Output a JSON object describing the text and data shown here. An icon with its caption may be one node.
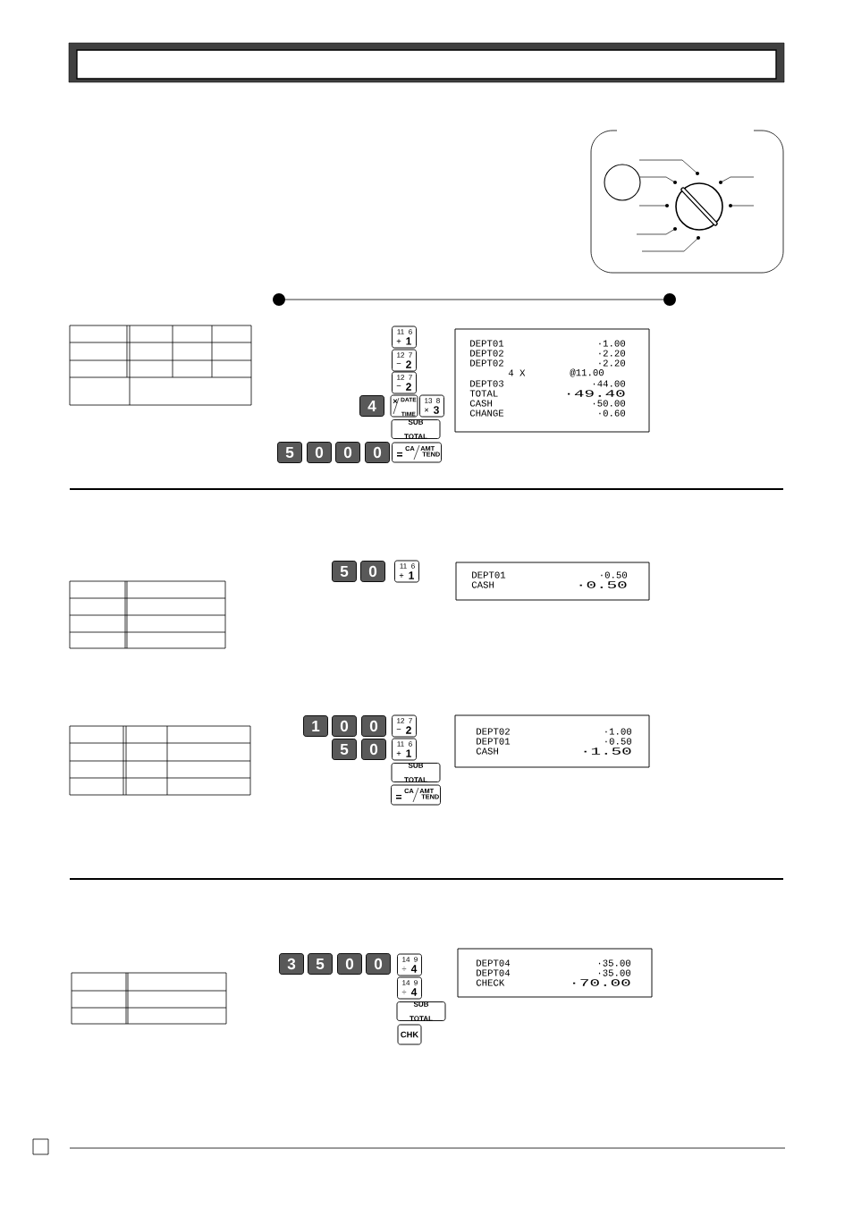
{
  "diagram": {
    "nodes": [
      {
        "text": [
          "11",
          "6",
          "+",
          "1"
        ]
      },
      {
        "text": [
          "12",
          "7",
          "−",
          "2"
        ]
      },
      {
        "text": [
          "12",
          "7",
          "−",
          "2"
        ]
      },
      {
        "text": [
          "4"
        ]
      },
      {
        "text": [
          "×",
          "DATE TIME"
        ]
      },
      {
        "text": [
          "13",
          "8",
          "×",
          "3"
        ]
      },
      {
        "text": [
          "SUB TOTAL"
        ]
      },
      {
        "text": [
          "5"
        ]
      },
      {
        "text": [
          "0"
        ]
      },
      {
        "text": [
          "0"
        ]
      },
      {
        "text": [
          "0"
        ]
      },
      {
        "text": [
          "=",
          "CA",
          "AMT",
          "TEND"
        ]
      },
      {
        "text": [
          "DEPT01",
          "·1.00",
          "DEPT02",
          "·2.20",
          "DEPT02",
          "·2.20",
          "4 X",
          "@11.00",
          "DEPT03",
          "·44.00",
          "TOTAL",
          "·49.40",
          "CASH",
          "·50.00",
          "CHANGE",
          "·0.60"
        ]
      },
      {
        "text": [
          "5"
        ]
      },
      {
        "text": [
          "0"
        ]
      },
      {
        "text": [
          "11",
          "6",
          "+",
          "1"
        ]
      },
      {
        "text": [
          "DEPT01",
          "·0.50",
          "CASH",
          "·0.50"
        ]
      },
      {
        "text": [
          "1"
        ]
      },
      {
        "text": [
          "0"
        ]
      },
      {
        "text": [
          "0"
        ]
      },
      {
        "text": [
          "12",
          "7",
          "−",
          "2"
        ]
      },
      {
        "text": [
          "5"
        ]
      },
      {
        "text": [
          "0"
        ]
      },
      {
        "text": [
          "11",
          "6",
          "+",
          "1"
        ]
      },
      {
        "text": [
          "SUB TOTAL"
        ]
      },
      {
        "text": [
          "=",
          "CA",
          "AMT",
          "TEND"
        ]
      },
      {
        "text": [
          "DEPT02",
          "·1.00",
          "DEPT01",
          "·0.50",
          "CASH",
          "·1.50"
        ]
      },
      {
        "text": [
          "3"
        ]
      },
      {
        "text": [
          "5"
        ]
      },
      {
        "text": [
          "0"
        ]
      },
      {
        "text": [
          "0"
        ]
      },
      {
        "text": [
          "14",
          "9",
          "÷",
          "4"
        ]
      },
      {
        "text": [
          "14",
          "9",
          "÷",
          "4"
        ]
      },
      {
        "text": [
          "SUB TOTAL"
        ]
      },
      {
        "text": [
          "CHK"
        ]
      },
      {
        "text": [
          "DEPT04",
          "·35.00",
          "DEPT04",
          "·35.00",
          "CHECK",
          "·70.00"
        ]
      }
    ]
  }
}
